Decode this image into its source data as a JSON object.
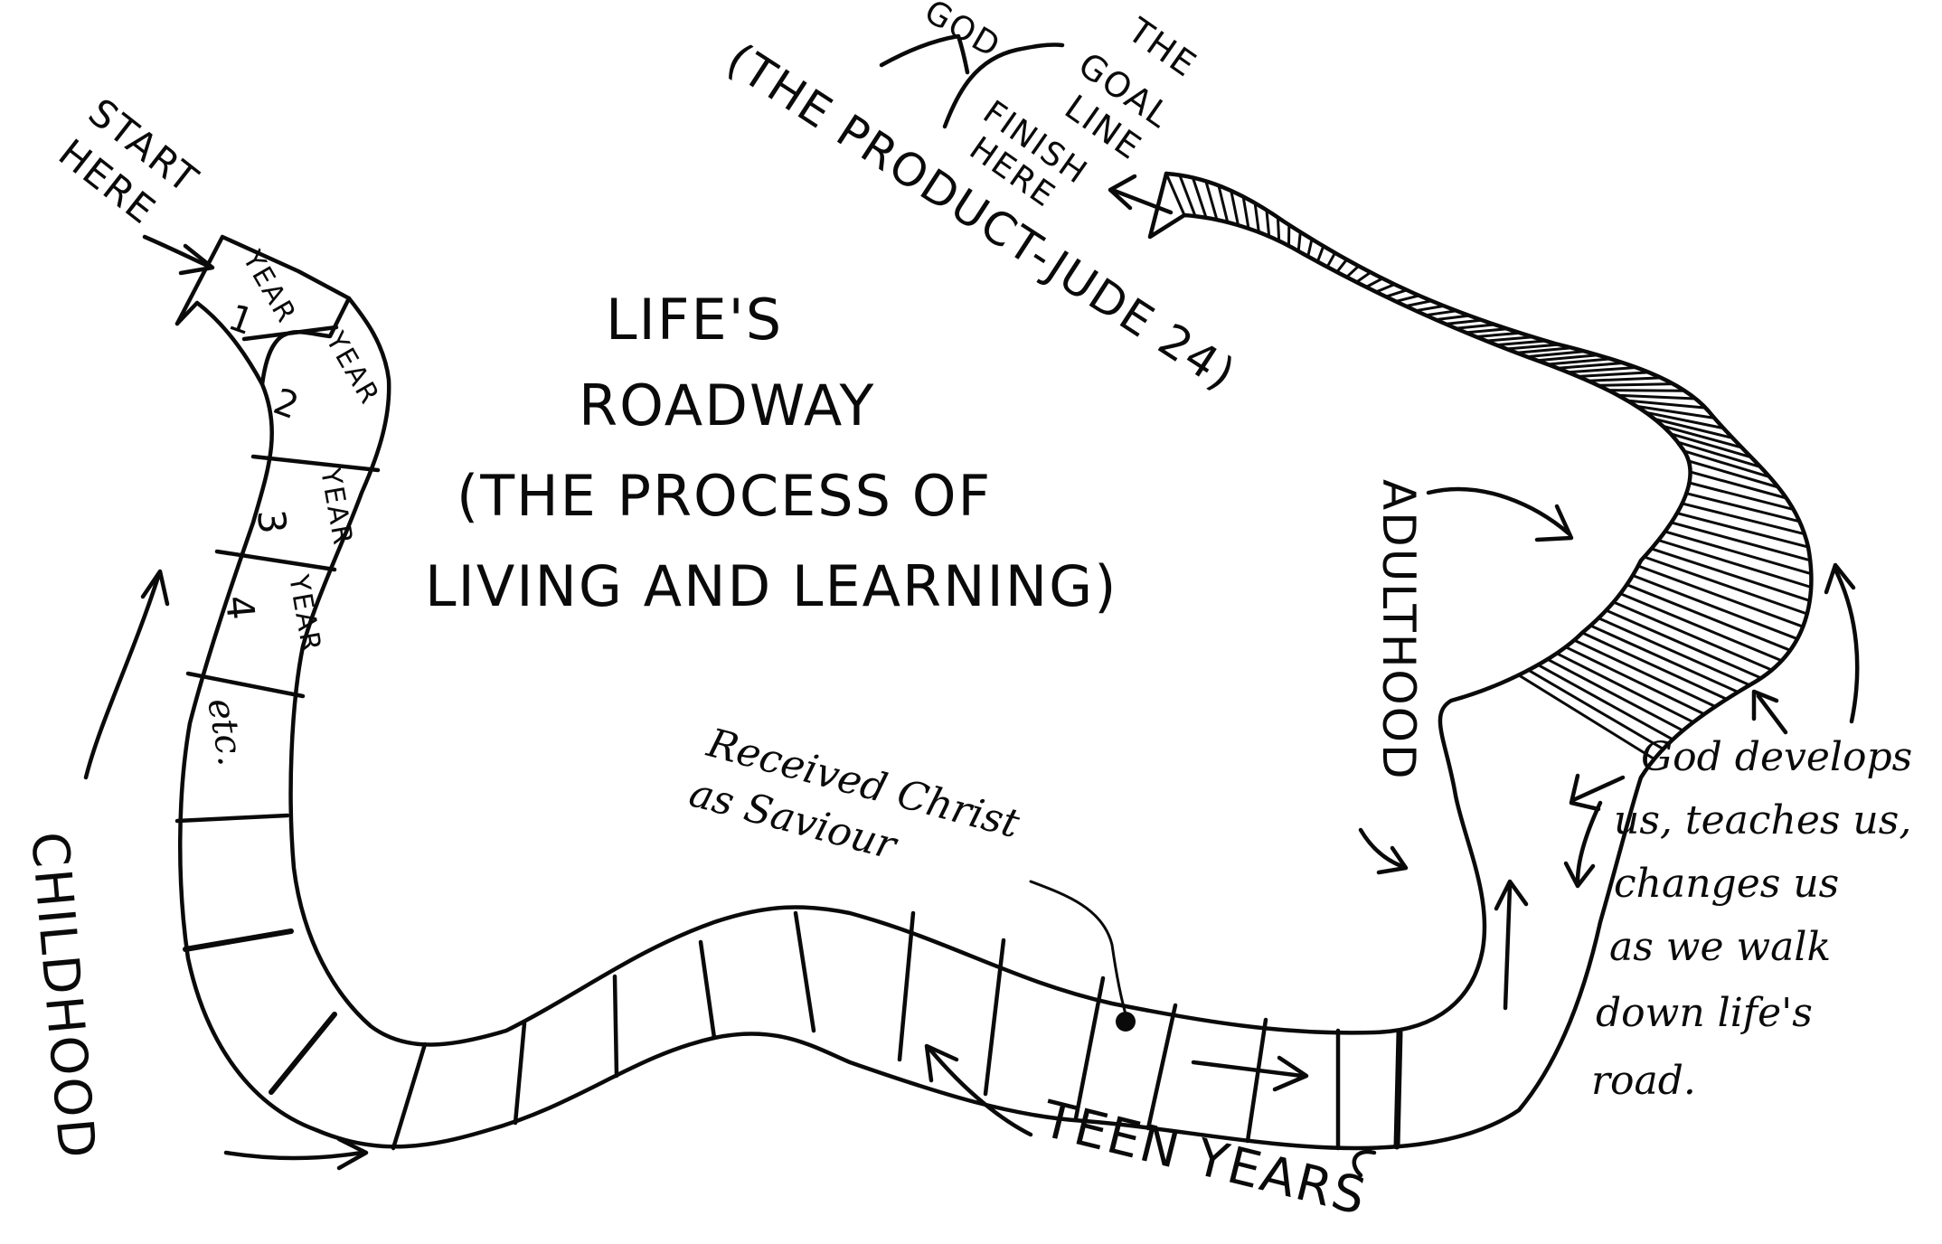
{
  "title": {
    "line1": "LIFE'S",
    "line2": "ROADWAY",
    "line3": "(THE PROCESS OF",
    "line4": "LIVING AND LEARNING)"
  },
  "start": {
    "line1": "START",
    "line2": "HERE"
  },
  "finish": {
    "line1": "FINISH",
    "line2": "HERE"
  },
  "goal": {
    "god": "GOD",
    "line1": "THE",
    "line2": "GOAL",
    "line3": "LINE"
  },
  "product": "(THE PRODUCT-JUDE 24)",
  "years": {
    "y1_word": "YEAR",
    "y1_num": "1",
    "y2_word": "YEAR",
    "y2_num": "2",
    "y3_word": "YEAR",
    "y3_num": "3",
    "y4_word": "YEAR",
    "y4_num": "4",
    "etc": "etc."
  },
  "stages": {
    "childhood": "CHILDHOOD",
    "teen": "TEEN YEARS",
    "adulthood": "ADULTHOOD"
  },
  "received": {
    "line1": "Received Christ",
    "line2": "as Saviour"
  },
  "note": {
    "line1": "God develops",
    "line2": "us, teaches us,",
    "line3": "changes us",
    "line4": "as we walk",
    "line5": "down life's",
    "line6": "road."
  }
}
